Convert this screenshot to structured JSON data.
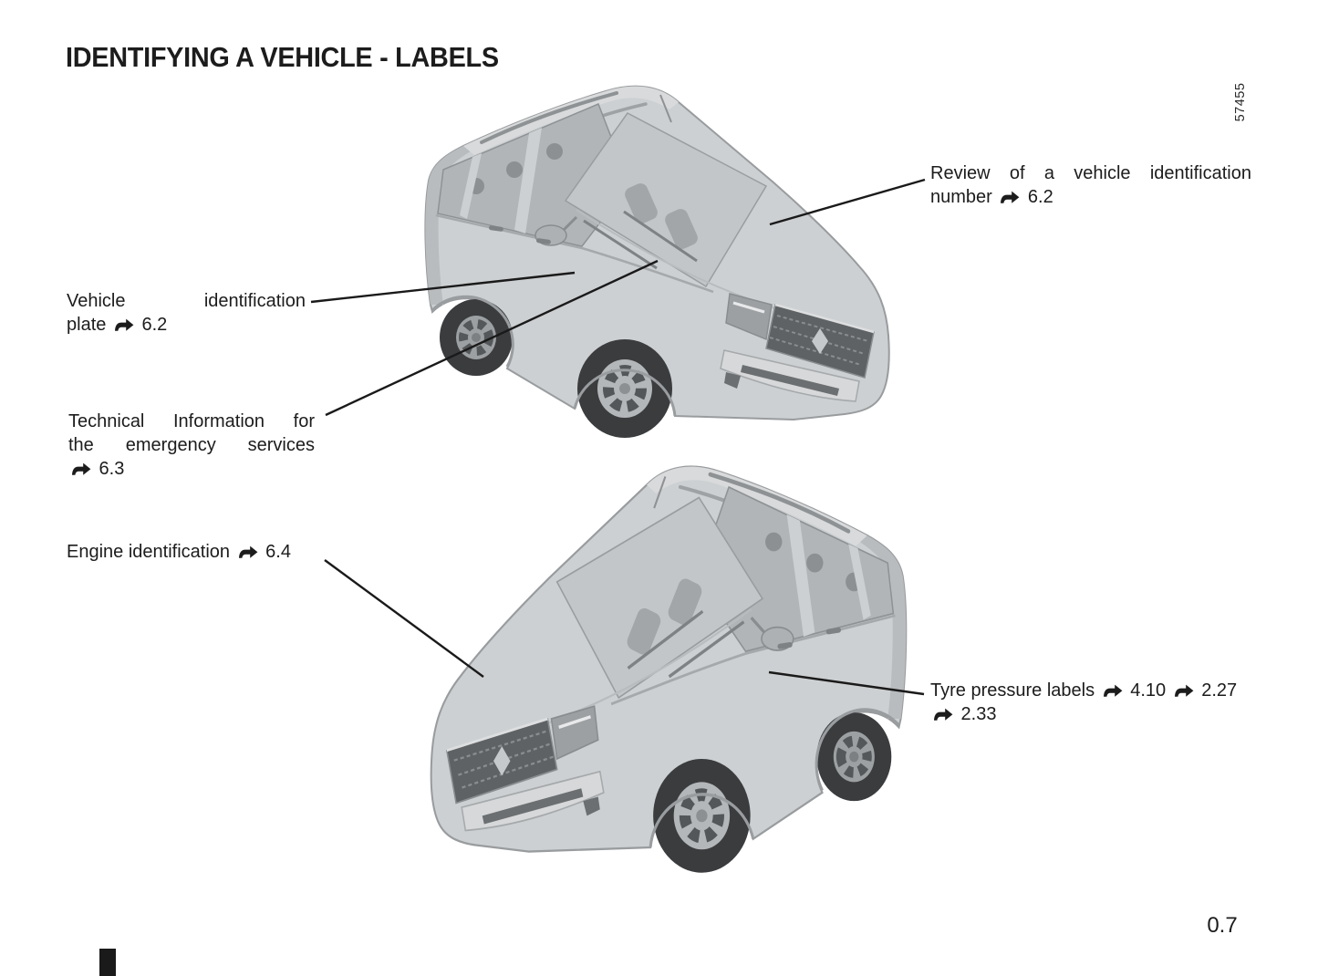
{
  "page": {
    "title": "IDENTIFYING A VEHICLE - LABELS",
    "page_number": "0.7",
    "figure_number": "57455"
  },
  "icons": {
    "reference_arrow": "➥"
  },
  "colors": {
    "text": "#1c1c1c",
    "callout_line": "#1a1a1a",
    "tab_marker": "#1a1a1a",
    "vehicle_body": "#cdd0d2",
    "vehicle_shade": "#b9bcbe",
    "vehicle_glass": "#b2b5b7",
    "vehicle_grille": "#5f6264",
    "wheel_tire": "#3a3c3e"
  },
  "callouts": [
    {
      "id": "vin_review",
      "lines": [
        "Review of a vehicle identification",
        "number ➥ 6.2"
      ],
      "justify": true
    },
    {
      "id": "vin_plate",
      "lines": [
        "Vehicle identification",
        "plate ➥ 6.2"
      ],
      "justify": true
    },
    {
      "id": "tech_info",
      "lines": [
        "Technical Information for",
        "the emergency services",
        "➥ 6.3"
      ],
      "justify": true
    },
    {
      "id": "engine",
      "lines": [
        "Engine identification ➥ 6.4"
      ],
      "justify": false
    },
    {
      "id": "tyre",
      "lines": [
        "Tyre pressure labels ➥ 4.10 ➥ 2.27",
        "➥ 2.33"
      ],
      "justify": false
    }
  ],
  "figures": [
    {
      "id": "vehicle_top",
      "description": "Van, front three-quarter view facing right"
    },
    {
      "id": "vehicle_bottom",
      "description": "Van, front three-quarter view facing left"
    }
  ]
}
